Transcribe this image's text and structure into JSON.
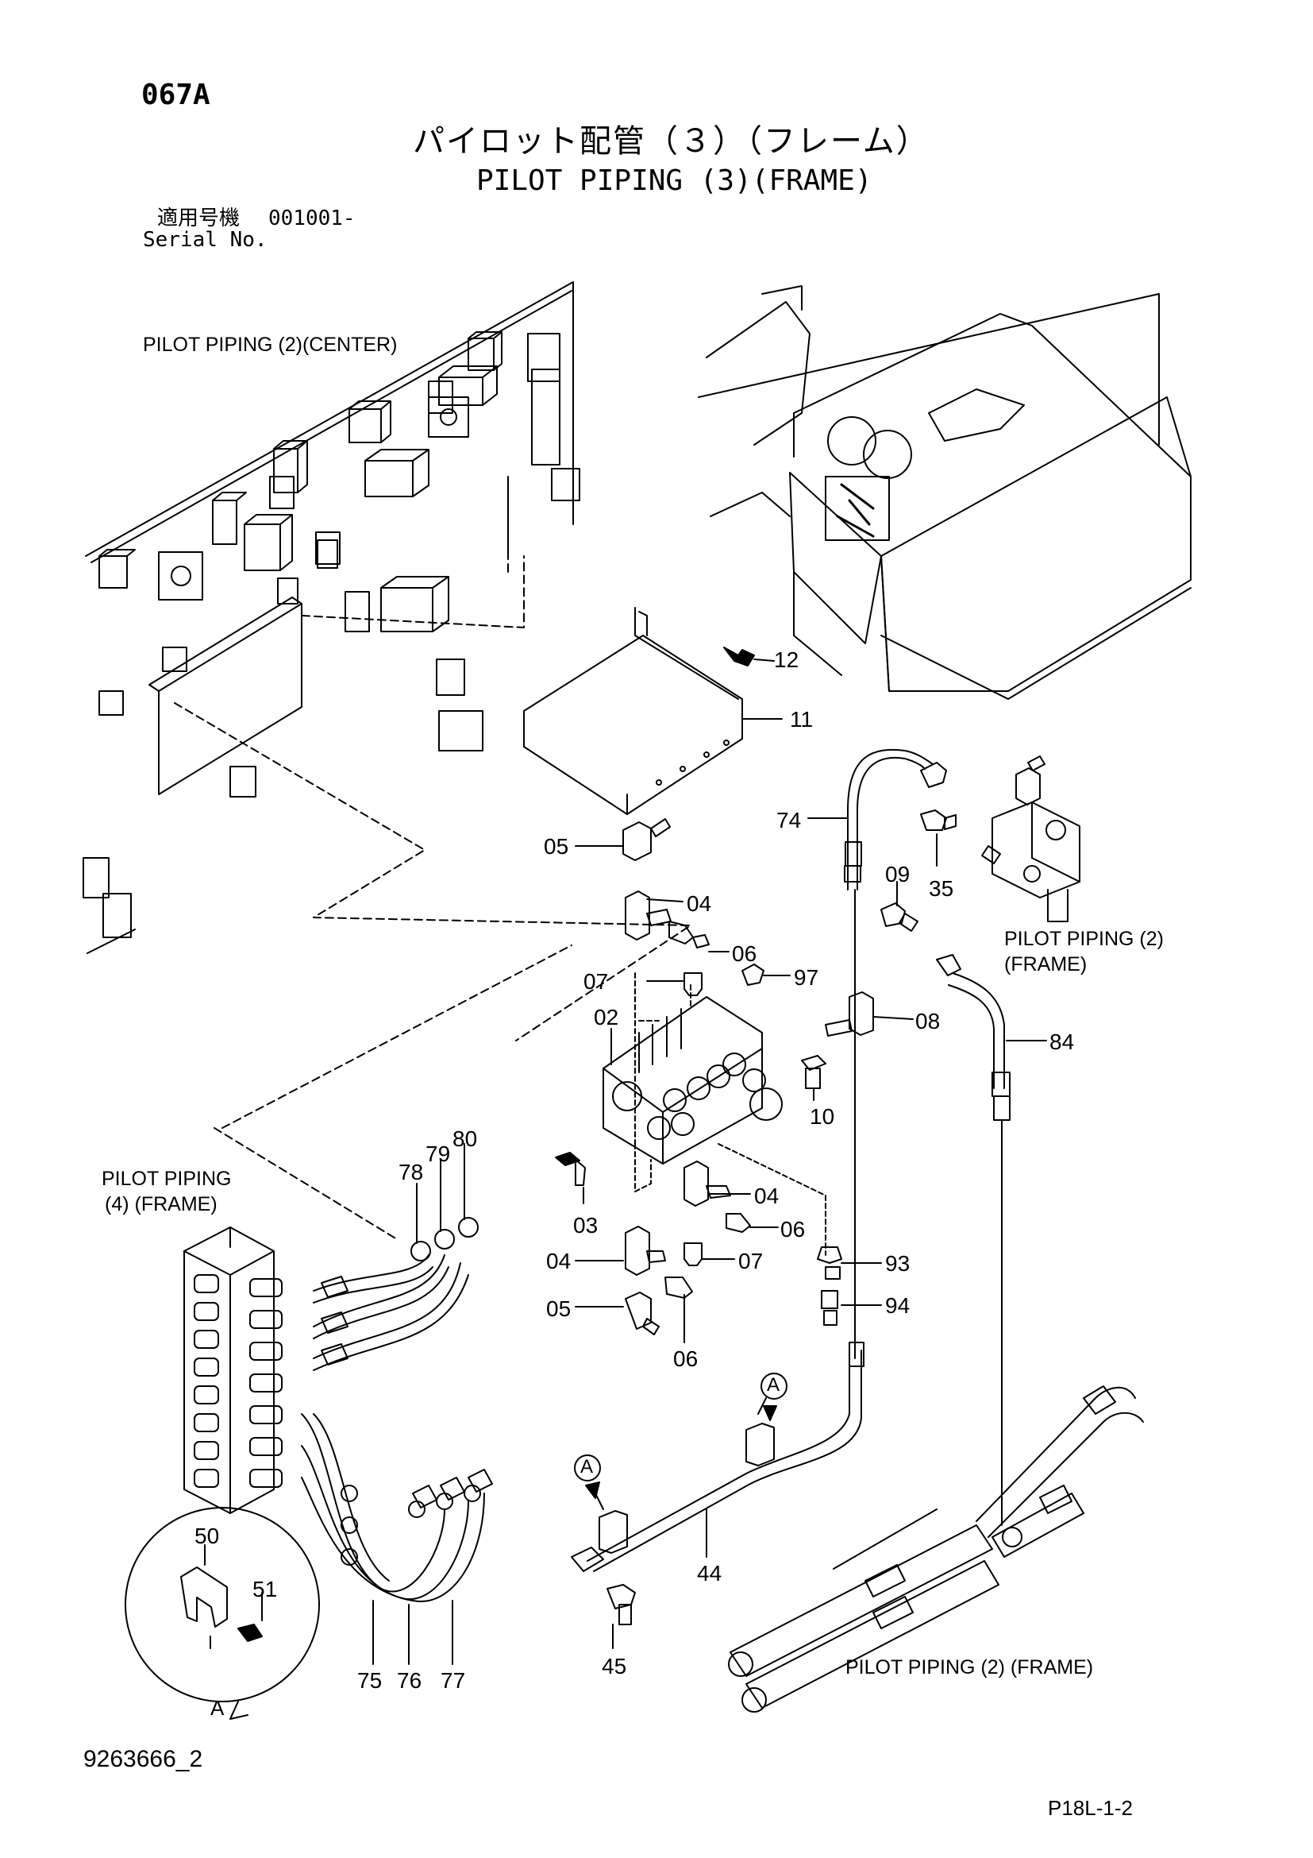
{
  "header": {
    "page_code": "067A",
    "title_jp": "パイロット配管（３）（フレーム）",
    "title_en": "PILOT PIPING (3)(FRAME)",
    "serial_label_jp": "適用号機",
    "serial_value": "001001-",
    "serial_label_en": "Serial No."
  },
  "references": {
    "center": "PILOT PIPING (2)(CENTER)",
    "frame_2_right_line1": "PILOT PIPING (2)",
    "frame_2_right_line2": "(FRAME)",
    "frame_4_line1": "PILOT PIPING",
    "frame_4_line2": "(4) (FRAME)",
    "frame_2_bottom": "PILOT PIPING (2) (FRAME)"
  },
  "part_numbers": {
    "p02": "02",
    "p03": "03",
    "p04a": "04",
    "p04b": "04",
    "p04c": "04",
    "p05a": "05",
    "p05b": "05",
    "p06a": "06",
    "p06b": "06",
    "p06c": "06",
    "p07a": "07",
    "p07b": "07",
    "p08": "08",
    "p09": "09",
    "p10": "10",
    "p11": "11",
    "p12": "12",
    "p35": "35",
    "p44": "44",
    "p45": "45",
    "p50": "50",
    "p51": "51",
    "p74": "74",
    "p75": "75",
    "p76": "76",
    "p77": "77",
    "p78": "78",
    "p79": "79",
    "p80": "80",
    "p84": "84",
    "p93": "93",
    "p94": "94",
    "p97": "97"
  },
  "callouts": {
    "view_a_top": "A",
    "view_a_left": "A",
    "detail_a": "A"
  },
  "footer": {
    "doc_number": "9263666_2",
    "page_ref": "P18L-1-2"
  }
}
